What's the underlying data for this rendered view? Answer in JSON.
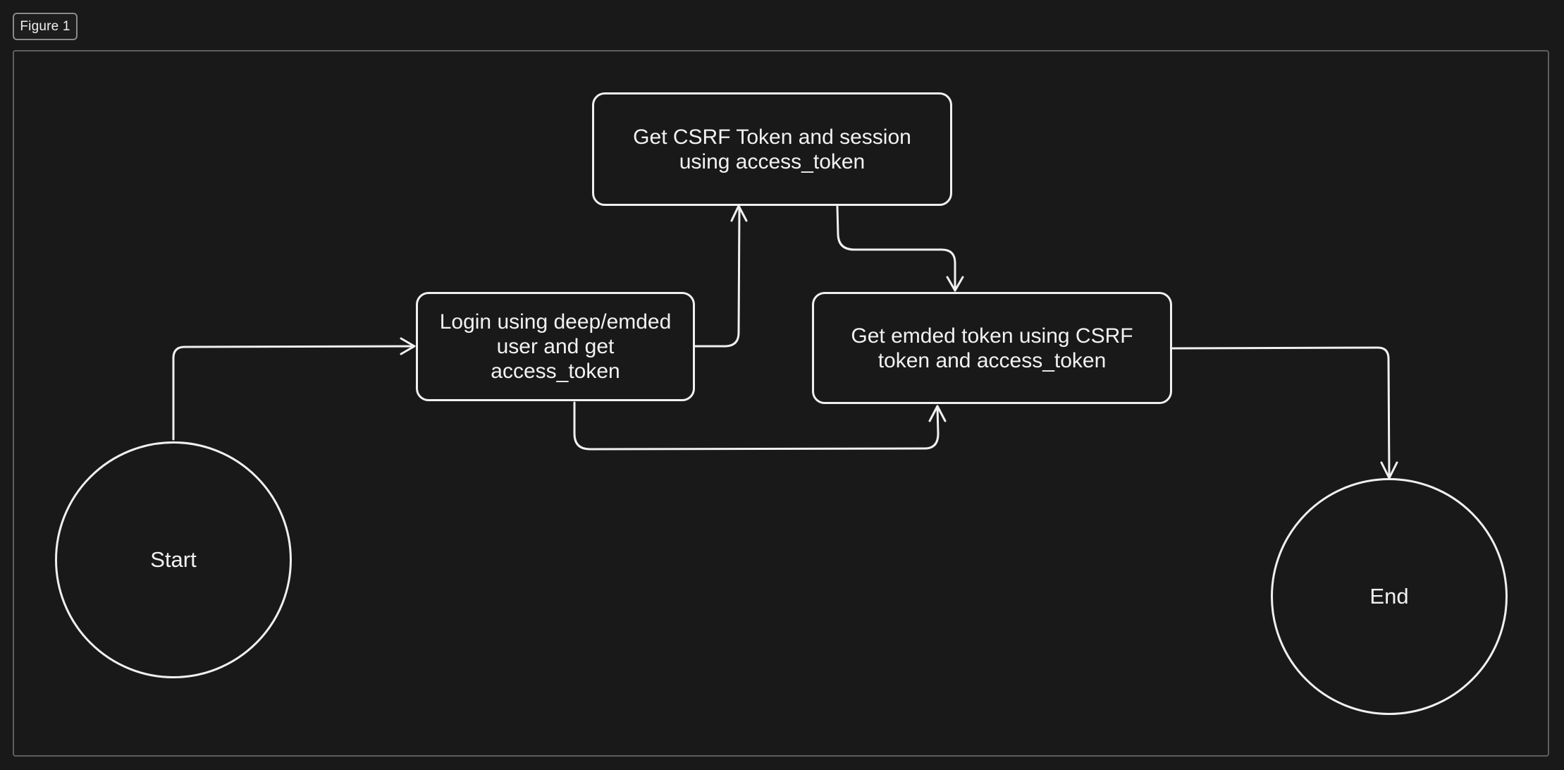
{
  "figure_tab": {
    "label": "Figure 1"
  },
  "nodes": {
    "start": {
      "label": "Start"
    },
    "login": {
      "label": "Login using deep/emded user and get access_token"
    },
    "csrf": {
      "label": "Get CSRF Token and session using access_token"
    },
    "embed": {
      "label": "Get emded token using CSRF token and access_token"
    },
    "end": {
      "label": "End"
    }
  },
  "edges": [
    {
      "from": "start",
      "to": "login"
    },
    {
      "from": "login",
      "to": "csrf"
    },
    {
      "from": "csrf",
      "to": "embed"
    },
    {
      "from": "login",
      "to": "embed"
    },
    {
      "from": "embed",
      "to": "end"
    }
  ],
  "colors": {
    "background": "#191919",
    "stroke": "#f0f0f0",
    "frame_border": "#5e5e5e"
  }
}
